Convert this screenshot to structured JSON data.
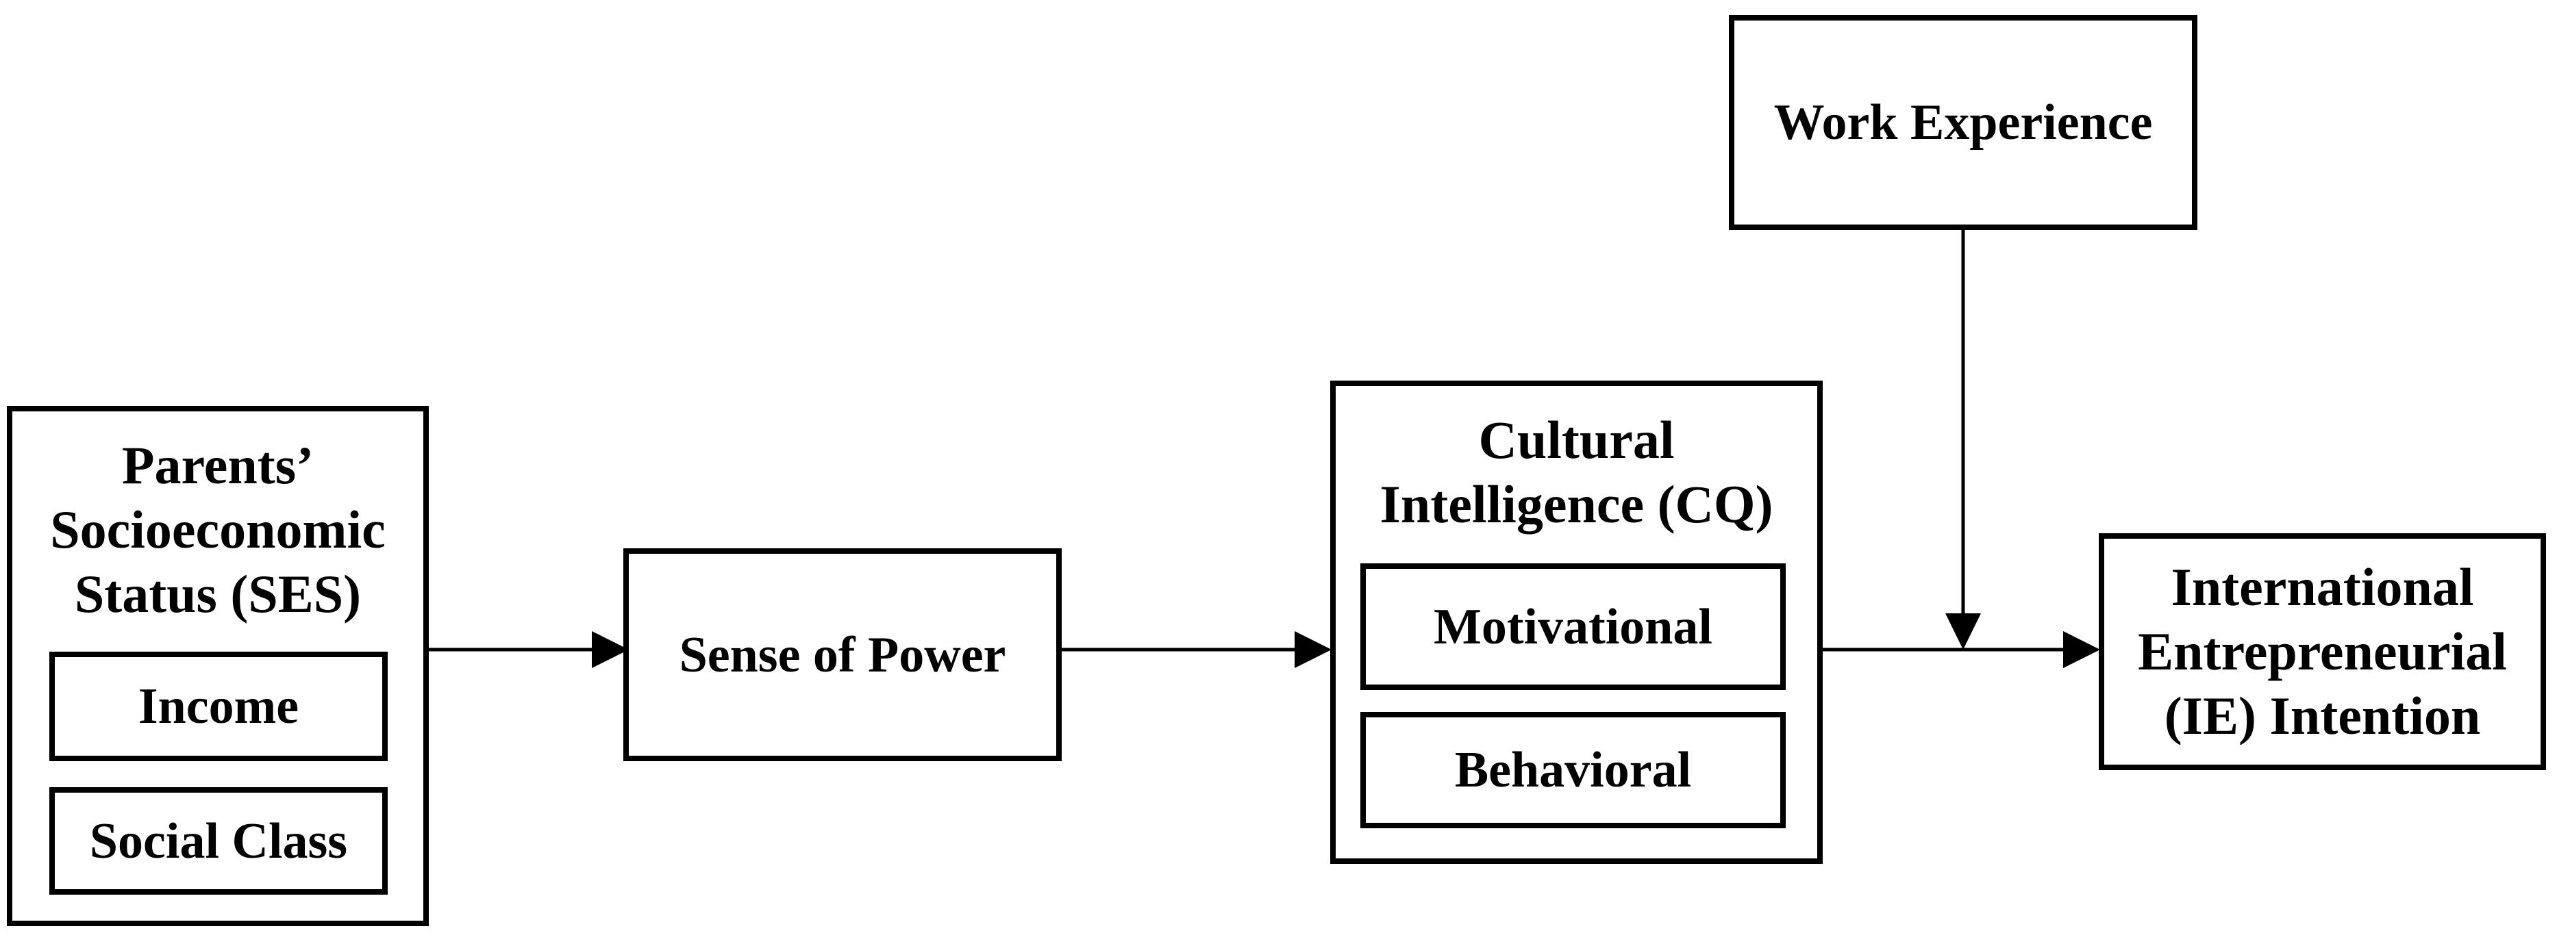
{
  "nodes": {
    "ses": {
      "title": "Parents’ Socioeconomic Status (SES)",
      "title_lines": [
        "Parents’",
        "Socioeconomic",
        "Status (SES)"
      ],
      "sub": [
        "Income",
        "Social Class"
      ]
    },
    "power": {
      "title": "Sense of Power"
    },
    "cq": {
      "title_lines": [
        "Cultural",
        "Intelligence (CQ)"
      ],
      "sub": [
        "Motivational",
        "Behavioral"
      ]
    },
    "ie": {
      "title_lines": [
        "International",
        "Entrepreneurial",
        "(IE) Intention"
      ]
    },
    "work": {
      "title": "Work Experience"
    }
  }
}
